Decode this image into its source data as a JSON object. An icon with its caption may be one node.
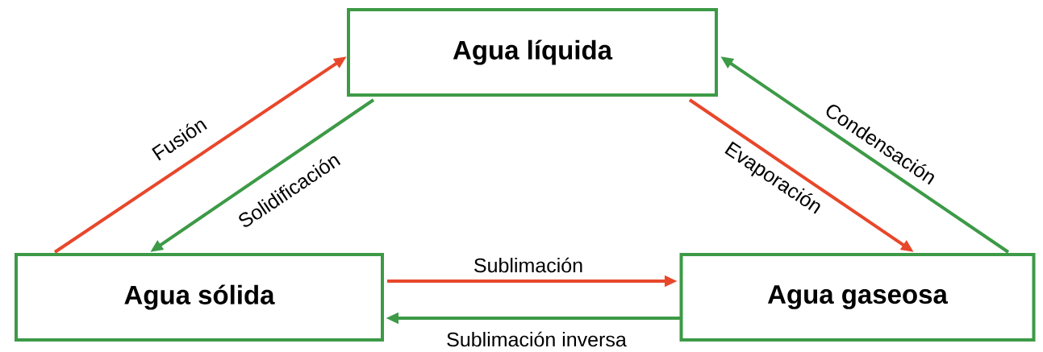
{
  "diagram": {
    "nodes": [
      {
        "text": [
          "Agua líquida"
        ]
      },
      {
        "text": [
          "Agua sólida"
        ]
      },
      {
        "text": [
          "Agua gaseosa"
        ]
      }
    ],
    "edges": [
      {
        "from": 1,
        "to": 0,
        "arrow": "to",
        "label": "Fusión",
        "color": "#e8472b"
      },
      {
        "from": 0,
        "to": 1,
        "arrow": "to",
        "label": "Solidificación",
        "color": "#3d9a46"
      },
      {
        "from": 0,
        "to": 2,
        "arrow": "to",
        "label": "Evaporación",
        "color": "#e8472b"
      },
      {
        "from": 2,
        "to": 0,
        "arrow": "to",
        "label": "Condensación",
        "color": "#3d9a46"
      },
      {
        "from": 1,
        "to": 2,
        "arrow": "to",
        "label": "Sublimación",
        "color": "#e8472b"
      },
      {
        "from": 2,
        "to": 1,
        "arrow": "to",
        "label": "Sublimación inversa",
        "color": "#3d9a46"
      }
    ]
  }
}
